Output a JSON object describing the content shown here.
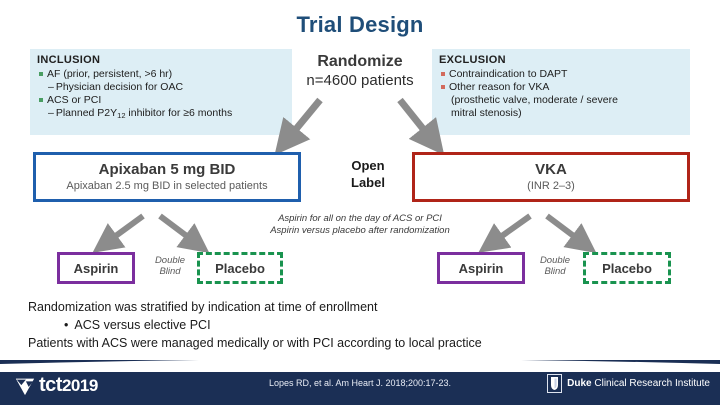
{
  "slide": {
    "title": "Trial Design"
  },
  "inclusion": {
    "heading": "INCLUSION",
    "items": [
      {
        "type": "bullet",
        "text": "AF (prior, persistent, >6 hr)"
      },
      {
        "type": "dash",
        "text": "Physician decision for OAC"
      },
      {
        "type": "bullet",
        "text": "ACS or PCI"
      },
      {
        "type": "dash_sub",
        "pre": "Planned P2Y",
        "sub": "12",
        "post": " inhibitor for ≥6 months"
      }
    ]
  },
  "exclusion": {
    "heading": "EXCLUSION",
    "items": [
      {
        "type": "bullet",
        "text": "Contraindication to DAPT"
      },
      {
        "type": "bullet",
        "text": "Other reason for VKA"
      },
      {
        "type": "plain",
        "text": "(prosthetic valve, moderate / severe"
      },
      {
        "type": "plain",
        "text": "mitral stenosis)"
      }
    ]
  },
  "randomize": {
    "line1": "Randomize",
    "line2": "n=4600 patients"
  },
  "arms": {
    "apixaban": {
      "title": "Apixaban 5 mg BID",
      "subtitle": "Apixaban 2.5 mg BID in selected patients",
      "border_color": "#1f5fad"
    },
    "open_label": {
      "line1": "Open",
      "line2": "Label"
    },
    "vka": {
      "title": "VKA",
      "subtitle": "(INR 2–3)",
      "border_color": "#b02418"
    }
  },
  "aspirin_note": {
    "line1": "Aspirin for all on the day of ACS or PCI",
    "line2": "Aspirin versus placebo after randomization"
  },
  "sub_randomization": {
    "left": {
      "aspirin_label": "Aspirin",
      "blind_line1": "Double",
      "blind_line2": "Blind",
      "placebo_label": "Placebo"
    },
    "right": {
      "aspirin_label": "Aspirin",
      "blind_line1": "Double",
      "blind_line2": "Blind",
      "placebo_label": "Placebo"
    },
    "aspirin_border_color": "#7b2e9e",
    "placebo_border_color": "#19934f"
  },
  "bottom_text": {
    "line1": "Randomization was stratified by indication at time of enrollment",
    "bullet_char": "•",
    "line2": "ACS versus elective PCI",
    "line3": "Patients with ACS were managed medically or with PCI according to local practice"
  },
  "footer": {
    "tct_text": "tct",
    "tct_year": "2019",
    "citation": "Lopes RD, et al. Am Heart J. 2018;200:17-23.",
    "duke_bold": "Duke",
    "duke_rest": " Clinical Research Institute",
    "background": "#1b2f55"
  }
}
